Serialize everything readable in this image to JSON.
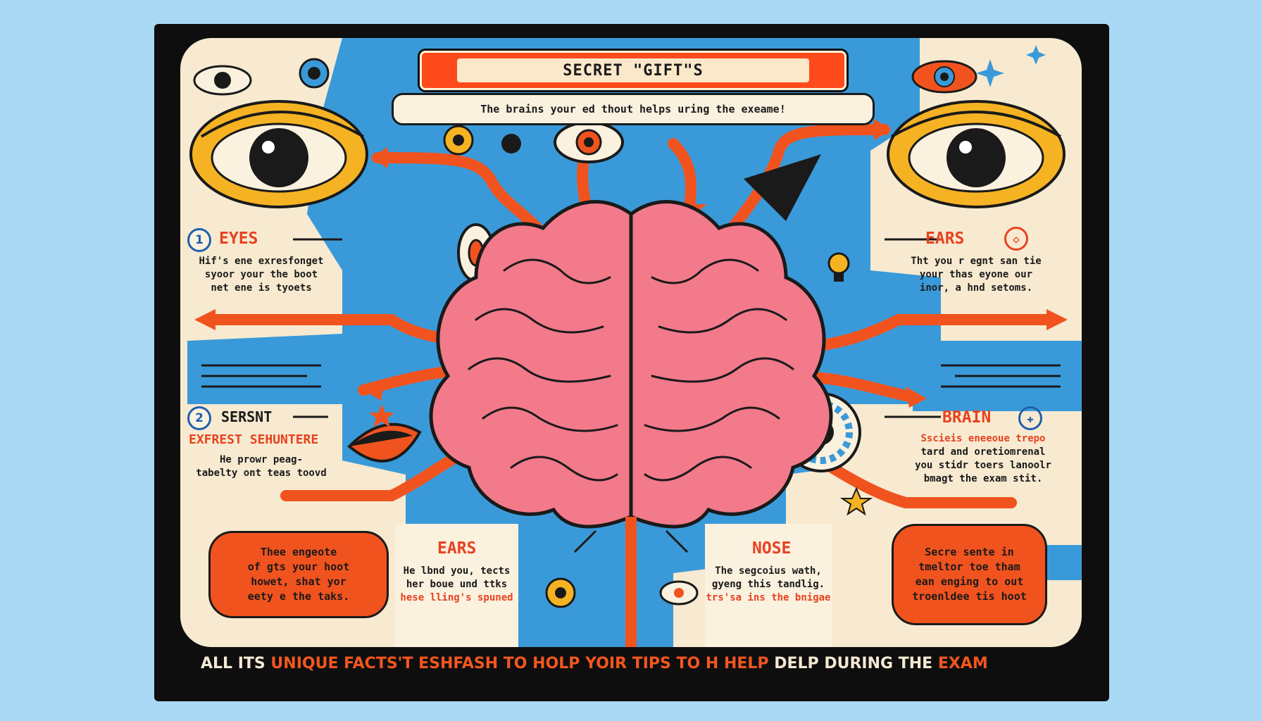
{
  "banner": {
    "title": "SECRET \"GIFT\"S"
  },
  "subtitle": "The brains your ed thout helps uring the exeame!",
  "sections": {
    "eyes": {
      "number": "1",
      "heading": "EYES",
      "lines": [
        "Hif's ene exresfonget",
        "syoor your the boot",
        "net ene is tyoets"
      ]
    },
    "senses": {
      "number": "2",
      "heading": "SERSNT",
      "subheading": "EXFREST SEHUNTERE",
      "lines": [
        "He prowr peag-",
        "tabelty ont teas toovd"
      ]
    },
    "ears_right": {
      "heading": "EARS",
      "lines": [
        "Tht you r egnt san tie",
        "your thas eyone our",
        "inor, a hnd setoms."
      ]
    },
    "brain": {
      "heading": "BRAIN",
      "lines": [
        "Sscieis eneeoue trepo",
        "tard and oretiomrenal",
        "you stidr toers lanoolr",
        "bmagt the exam stit."
      ]
    },
    "ears_bottom": {
      "heading": "EARS",
      "lines": [
        "He lbnd you, tects",
        "her boue und ttks"
      ],
      "accent": "hese lling's spuned"
    },
    "nose": {
      "heading": "NOSE",
      "lines": [
        "The segcoius wath,",
        "gyeng this tandlig."
      ],
      "accent": "trs'sa ins the bnigae"
    }
  },
  "bubbles": {
    "left": [
      "Thee engeote",
      "of gts your hoot",
      "howet, shat yor",
      "eety e the taks."
    ],
    "right": [
      "Secre sente in",
      "tmeltor toe tham",
      "ean enging to out",
      "troenldee tis hoot"
    ]
  },
  "footer": {
    "part1": "ALL ITS ",
    "part2": "UNIQUE FACTS'T ESHFASH TO HOLP YOIR TIPS TO H HELP",
    "part3": "  DELP DURING THE ",
    "part4": "EXAM"
  },
  "colors": {
    "background": "#a9d8f5",
    "frame": "#0e0e0e",
    "poster": "#f7ead0",
    "blue": "#3a9ad9",
    "orange": "#f1531f",
    "brain_pink": "#f27a8a",
    "yellow": "#f5b324",
    "text": "#1a1a1a"
  },
  "icons": [
    "eye-icon",
    "lightbulb-icon",
    "star-icon",
    "sparkle-icon",
    "wheel-icon",
    "pin-icon",
    "arrow-icon"
  ]
}
